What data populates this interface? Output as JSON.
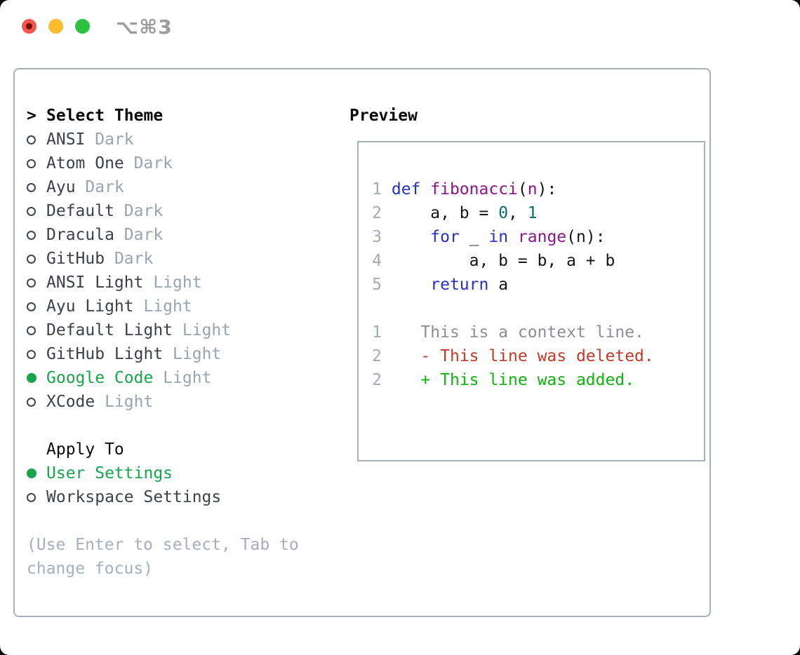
{
  "titlebar": {
    "title": "⌥⌘3"
  },
  "theme_panel": {
    "header": {
      "caret": ">",
      "label": "Select Theme"
    },
    "themes": [
      {
        "name": "ANSI",
        "tag": "Dark",
        "selected": false
      },
      {
        "name": "Atom One",
        "tag": "Dark",
        "selected": false
      },
      {
        "name": "Ayu",
        "tag": "Dark",
        "selected": false
      },
      {
        "name": "Default",
        "tag": "Dark",
        "selected": false
      },
      {
        "name": "Dracula",
        "tag": "Dark",
        "selected": false
      },
      {
        "name": "GitHub",
        "tag": "Dark",
        "selected": false
      },
      {
        "name": "ANSI Light",
        "tag": "Light",
        "selected": false
      },
      {
        "name": "Ayu Light",
        "tag": "Light",
        "selected": false
      },
      {
        "name": "Default Light",
        "tag": "Light",
        "selected": false
      },
      {
        "name": "GitHub Light",
        "tag": "Light",
        "selected": false
      },
      {
        "name": "Google Code",
        "tag": "Light",
        "selected": true
      },
      {
        "name": "XCode",
        "tag": "Light",
        "selected": false
      }
    ],
    "apply_to": {
      "label": "Apply To",
      "options": [
        {
          "label": "User Settings",
          "selected": true
        },
        {
          "label": "Workspace Settings",
          "selected": false
        }
      ]
    },
    "help_text": "(Use Enter to select, Tab to change focus)"
  },
  "preview": {
    "label": "Preview",
    "code_lines": [
      {
        "num": "1",
        "segs": [
          {
            "c": "kw",
            "t": "def"
          },
          {
            "c": "plain",
            "t": " "
          },
          {
            "c": "fn",
            "t": "fibonacci"
          },
          {
            "c": "plain",
            "t": "("
          },
          {
            "c": "fn",
            "t": "n"
          },
          {
            "c": "plain",
            "t": "):"
          }
        ]
      },
      {
        "num": "2",
        "segs": [
          {
            "c": "plain",
            "t": "    a, b = "
          },
          {
            "c": "lit",
            "t": "0"
          },
          {
            "c": "plain",
            "t": ", "
          },
          {
            "c": "lit",
            "t": "1"
          }
        ]
      },
      {
        "num": "3",
        "segs": [
          {
            "c": "plain",
            "t": "    "
          },
          {
            "c": "kw",
            "t": "for"
          },
          {
            "c": "plain",
            "t": " _ "
          },
          {
            "c": "kw",
            "t": "in"
          },
          {
            "c": "plain",
            "t": " "
          },
          {
            "c": "fn",
            "t": "range"
          },
          {
            "c": "plain",
            "t": "(n):"
          }
        ]
      },
      {
        "num": "4",
        "segs": [
          {
            "c": "plain",
            "t": "        a, b = b, a + b"
          }
        ]
      },
      {
        "num": "5",
        "segs": [
          {
            "c": "plain",
            "t": "    "
          },
          {
            "c": "kw",
            "t": "return"
          },
          {
            "c": "plain",
            "t": " a"
          }
        ]
      }
    ],
    "diff_lines": [
      {
        "num": "1",
        "segs": [
          {
            "c": "ctx",
            "t": "   This is a context line."
          }
        ]
      },
      {
        "num": "2",
        "segs": [
          {
            "c": "del",
            "t": "   - This line was deleted."
          }
        ]
      },
      {
        "num": "2",
        "segs": [
          {
            "c": "add",
            "t": "   + This line was added."
          }
        ]
      }
    ]
  },
  "colors": {
    "selection_green": "#17a64b",
    "keyword_blue": "#2531c4",
    "function_purple": "#8a168a",
    "number_teal": "#0b6e6e",
    "diff_deleted_red": "#c23a28",
    "diff_added_green": "#12b212",
    "context_gray": "#8b8f94",
    "border_gray": "#a9b0ba",
    "traffic_red": "#f4564c",
    "traffic_yellow": "#fcbc2e",
    "traffic_green": "#2bc23f"
  }
}
